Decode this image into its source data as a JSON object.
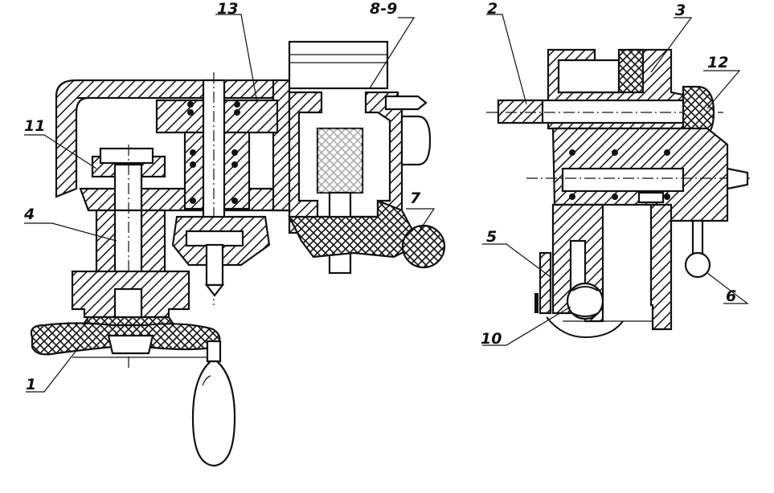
{
  "figure": {
    "labels": {
      "l1": "1",
      "l2": "2",
      "l3": "3",
      "l4": "4",
      "l5": "5",
      "l6": "6",
      "l7": "7",
      "l8": "8-9",
      "l10": "10",
      "l11": "11",
      "l12": "12",
      "l13": "13"
    }
  }
}
